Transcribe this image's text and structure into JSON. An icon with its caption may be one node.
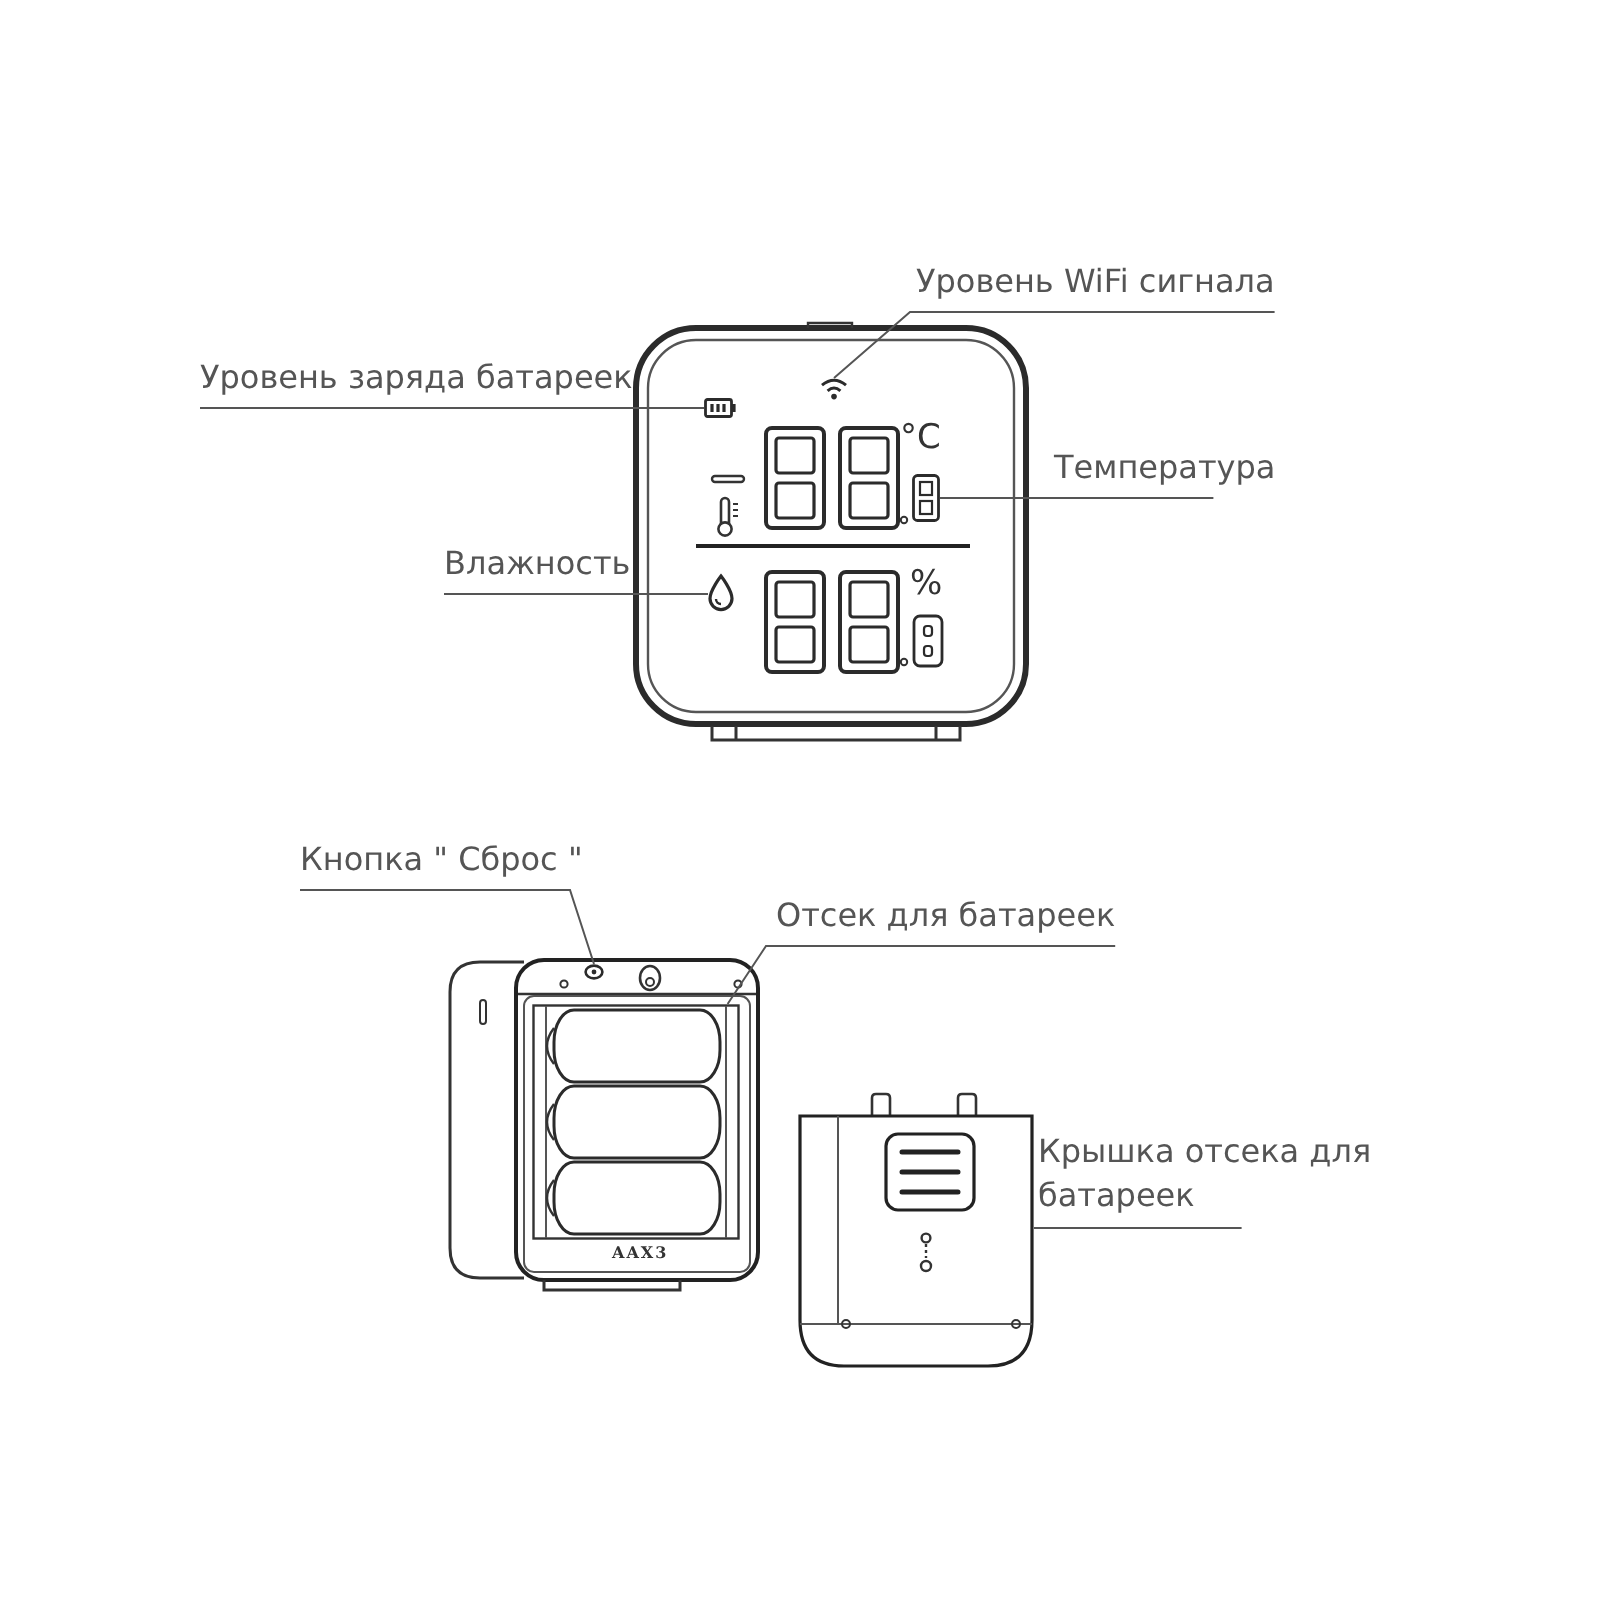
{
  "diagram": {
    "nodes": [
      {
        "text": [
          "Уровень WiFi сигнала"
        ]
      },
      {
        "text": [
          "Уровень заряда батареек"
        ]
      },
      {
        "text": [
          "Температура"
        ]
      },
      {
        "text": [
          "Влажность"
        ]
      },
      {
        "text": [
          "Кнопка \" Сброс \""
        ]
      },
      {
        "text": [
          "Отсек для батареек"
        ]
      },
      {
        "text": [
          "Крышка отсека для батареек"
        ]
      },
      {
        "text": [],
        "shape": "picture"
      },
      {
        "text": [],
        "shape": "picture"
      },
      {
        "text": [],
        "shape": "picture"
      },
      {
        "text": [],
        "shape": "picture"
      },
      {
        "text": [],
        "shape": "picture"
      },
      {
        "text": [],
        "shape": "picture"
      },
      {
        "text": [],
        "shape": "picture"
      }
    ],
    "edges": [
      {
        "from": 0,
        "to": 7,
        "arrow": "none"
      },
      {
        "from": 1,
        "to": 8,
        "arrow": "none"
      },
      {
        "from": 2,
        "to": 9,
        "arrow": "none"
      },
      {
        "from": 3,
        "to": 10,
        "arrow": "none"
      },
      {
        "from": 4,
        "to": 11,
        "arrow": "none"
      },
      {
        "from": 5,
        "to": 12,
        "arrow": "none"
      },
      {
        "from": 6,
        "to": 13,
        "arrow": "none"
      }
    ],
    "labels": [
      "°C",
      "%",
      "AAX3"
    ]
  }
}
